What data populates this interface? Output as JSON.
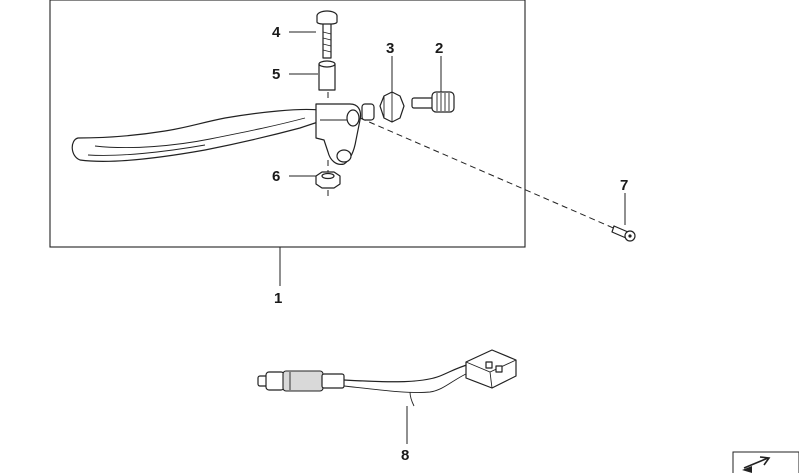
{
  "diagram": {
    "callouts": [
      {
        "id": "1",
        "label": "1"
      },
      {
        "id": "2",
        "label": "2"
      },
      {
        "id": "3",
        "label": "3"
      },
      {
        "id": "4",
        "label": "4"
      },
      {
        "id": "5",
        "label": "5"
      },
      {
        "id": "6",
        "label": "6"
      },
      {
        "id": "7",
        "label": "7"
      },
      {
        "id": "8",
        "label": "8"
      }
    ],
    "parts": [
      {
        "callout": "1",
        "icon": "lever-assembly-frame"
      },
      {
        "callout": "2",
        "icon": "adjuster-screw-icon"
      },
      {
        "callout": "3",
        "icon": "lock-nut-icon"
      },
      {
        "callout": "4",
        "icon": "bolt-icon"
      },
      {
        "callout": "5",
        "icon": "bushing-icon"
      },
      {
        "callout": "6",
        "icon": "nut-icon"
      },
      {
        "callout": "7",
        "icon": "screw-icon"
      },
      {
        "callout": "8",
        "icon": "switch-cable-icon"
      }
    ],
    "corner_icon": "diagram-reference-icon"
  }
}
